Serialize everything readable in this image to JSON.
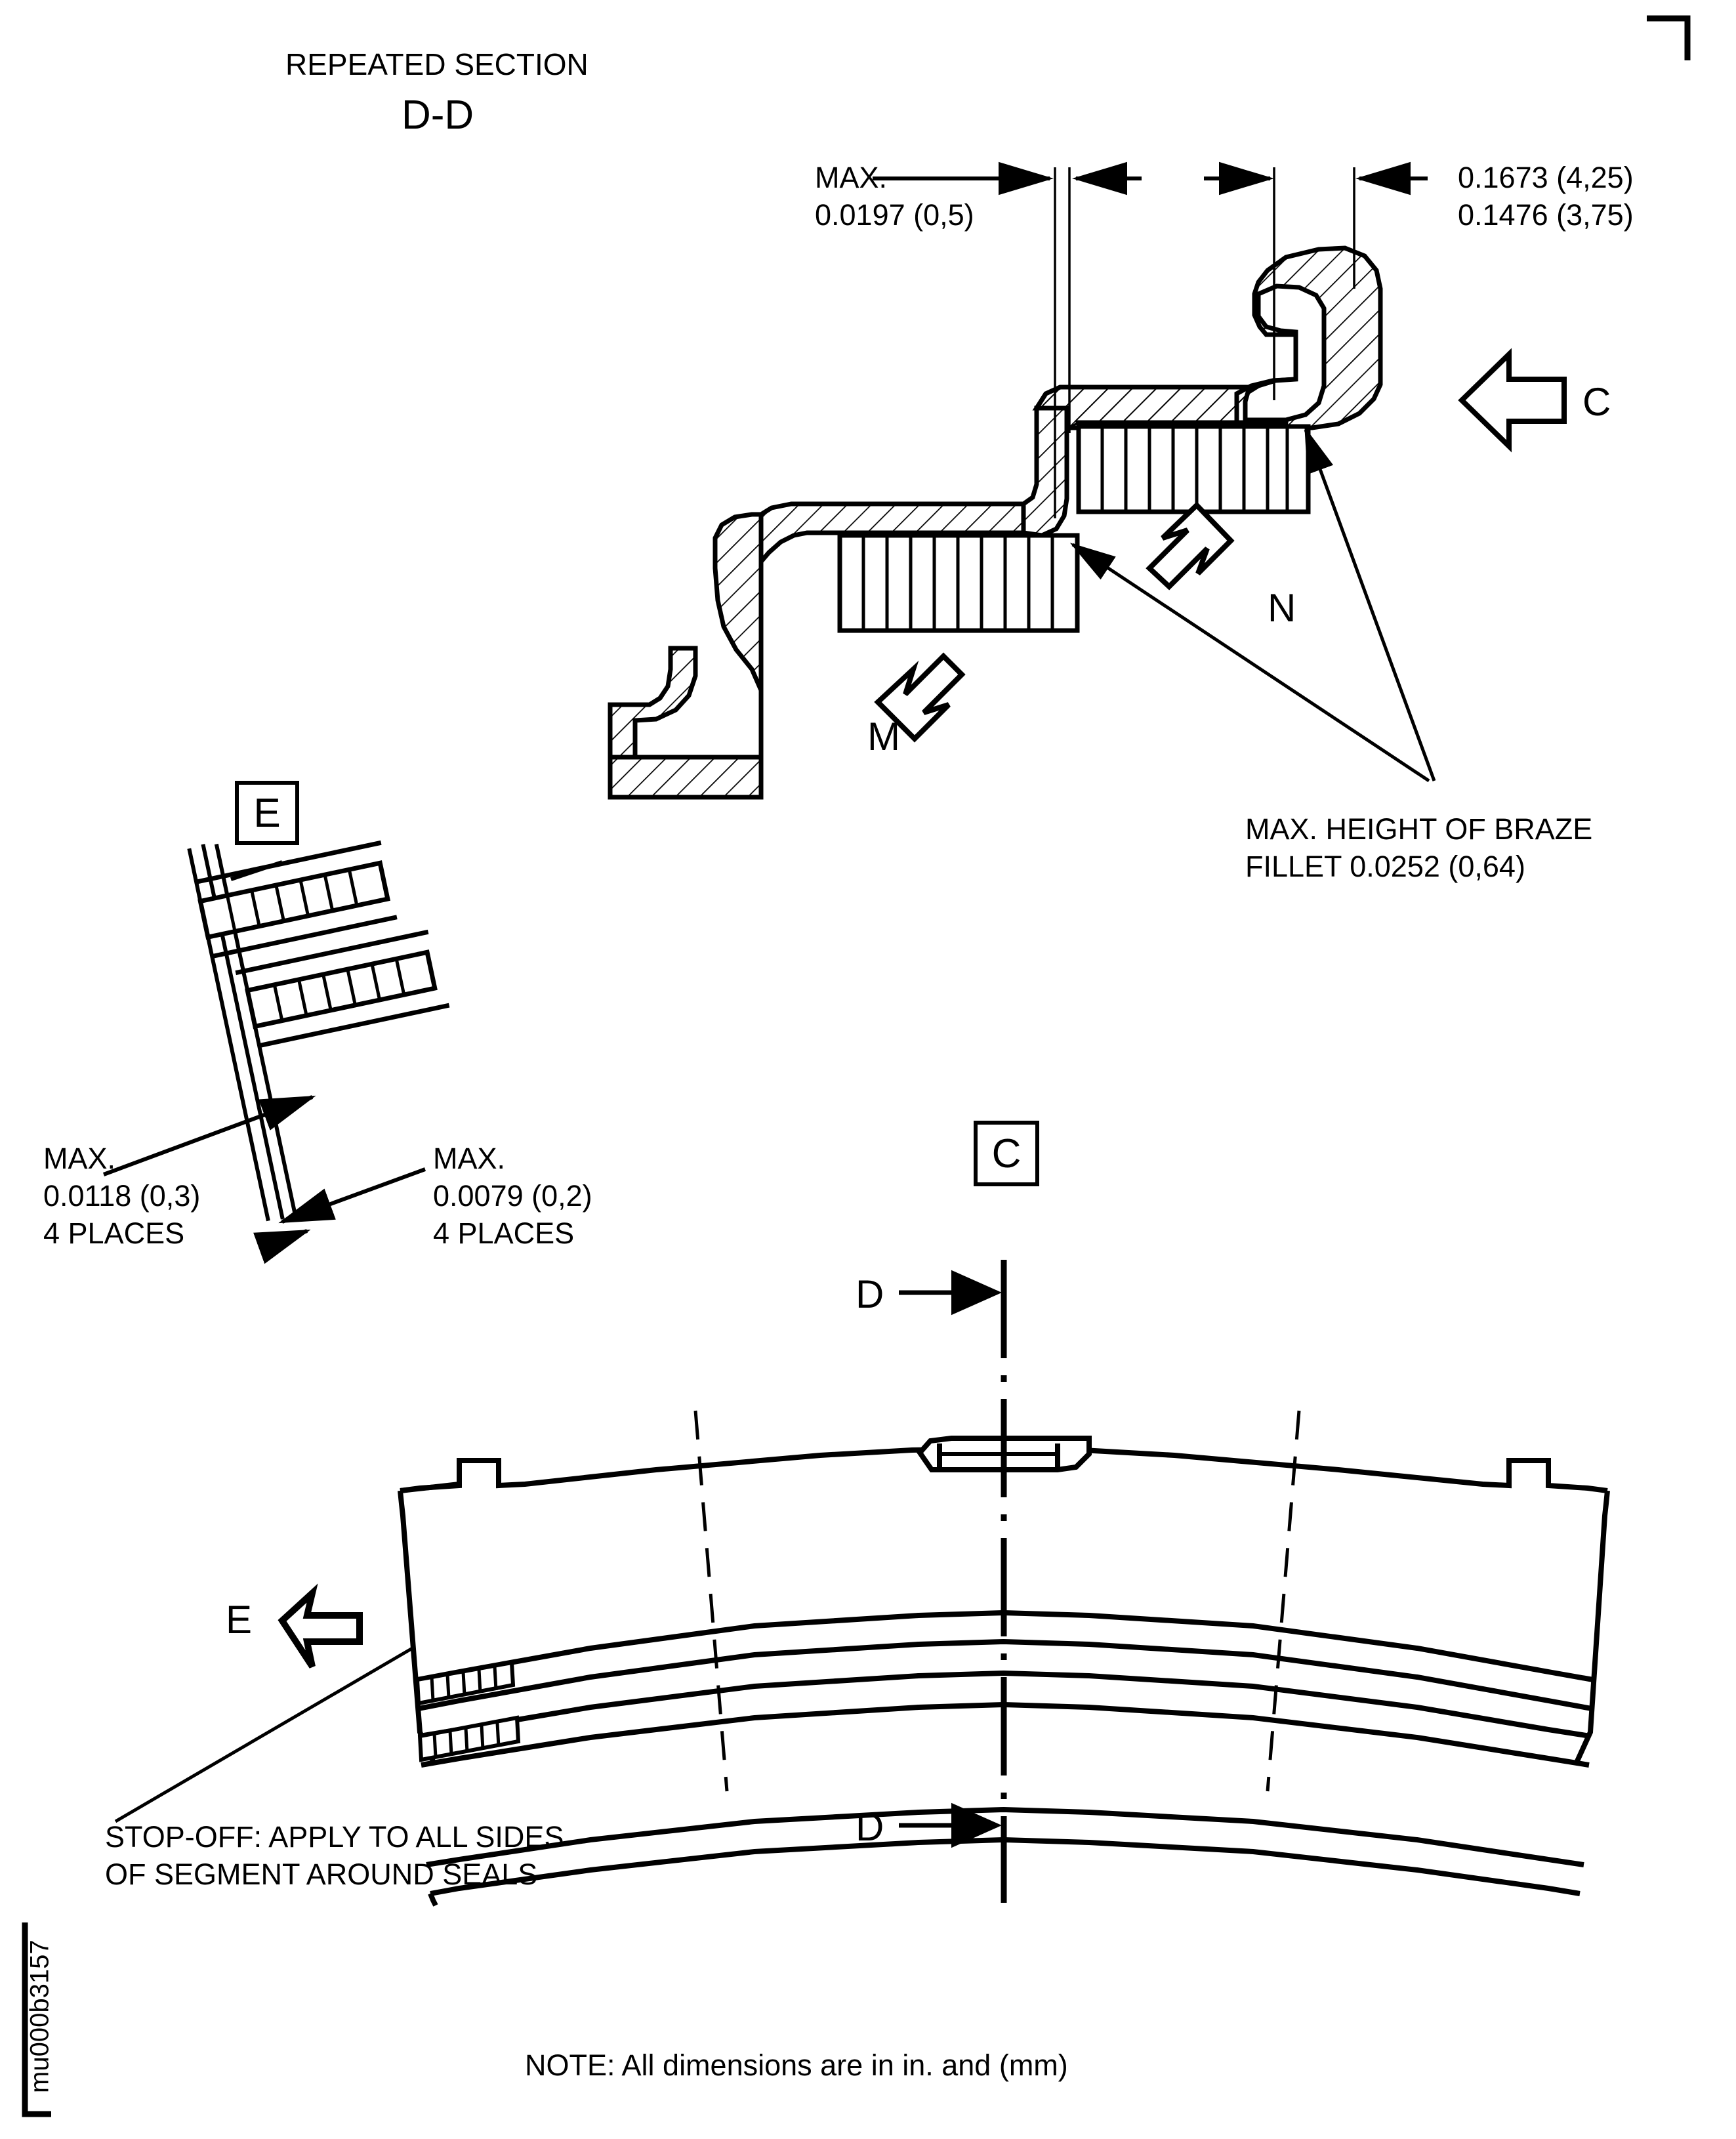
{
  "drawing": {
    "title_line1": "REPEATED SECTION",
    "title_line2": "D-D",
    "id_stamp": "mu000b3157",
    "footer_note": "NOTE: All dimensions are in in. and (mm)"
  },
  "section_dd": {
    "dim_left_label": "MAX.",
    "dim_left_value": "0.0197 (0,5)",
    "dim_right_upper": "0.1673 (4,25)",
    "dim_right_lower": "0.1476 (3,75)",
    "braze_note_line1": "MAX. HEIGHT OF BRAZE",
    "braze_note_line2": "FILLET 0.0252 (0,64)",
    "arrow_m_label": "M",
    "arrow_n_label": "N",
    "arrow_c_label": "C"
  },
  "detail_e": {
    "box_label": "E",
    "dim_left_label": "MAX.",
    "dim_left_value": "0.0118 (0,3)",
    "dim_left_places": "4 PLACES",
    "dim_right_label": "MAX.",
    "dim_right_value": "0.0079 (0,2)",
    "dim_right_places": "4 PLACES"
  },
  "segment_view": {
    "box_label_c": "C",
    "section_marker_top": "D",
    "section_marker_bottom": "D",
    "view_arrow_label": "E",
    "stopoff_note_line1": "STOP-OFF: APPLY TO ALL SIDES",
    "stopoff_note_line2": "OF SEGMENT AROUND SEALS"
  },
  "colors": {
    "line": "#000000",
    "background": "#ffffff"
  }
}
